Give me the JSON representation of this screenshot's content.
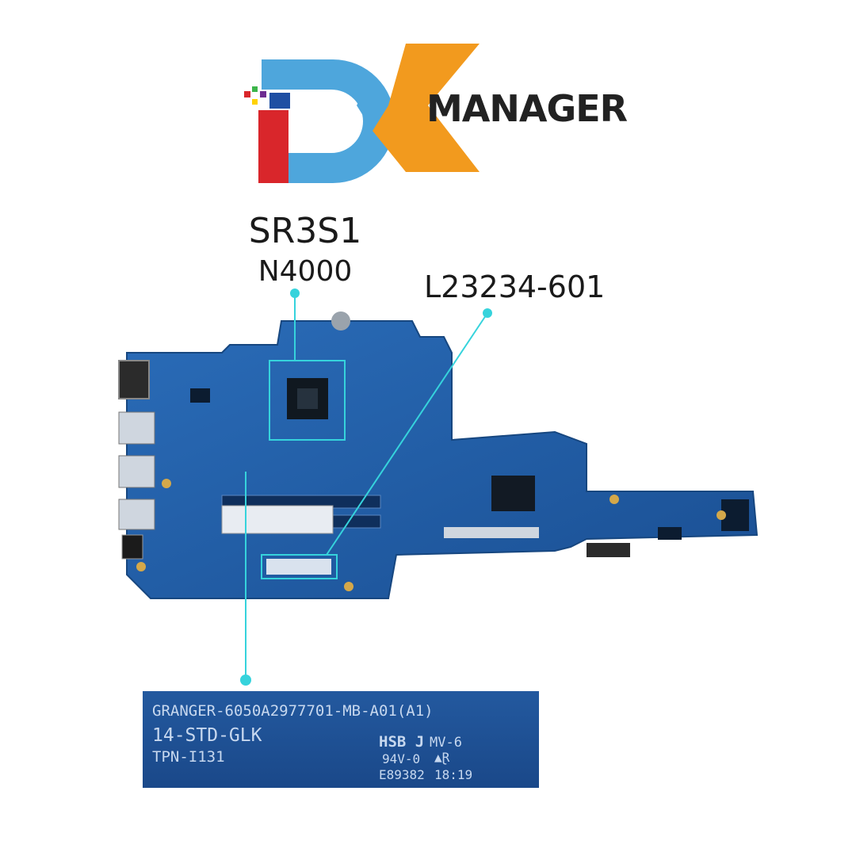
{
  "logo": {
    "word": "MANAGER",
    "colors": {
      "d_arc": "#4ea6dc",
      "k_arm": "#f29a1e",
      "i_bar": "#d9262b",
      "dots": [
        "#d9262b",
        "#3cb54a",
        "#6f2c91",
        "#ffd200",
        "#1f4fa3"
      ]
    }
  },
  "labels": {
    "cpu_code": "SR3S1",
    "cpu_model": "N4000",
    "part_number": "L23234-601"
  },
  "zoom_silkscreen": {
    "line1": "GRANGER-6050A2977701-MB-A01(A1)",
    "line2": "14-STD-GLK",
    "line3": "TPN-I131",
    "hsb": "HSB J",
    "mv": "MV-6",
    "rating": "94V-0",
    "ul_mark": "▲Ɽ",
    "ul_file": "E89382",
    "date_code": "18:19"
  },
  "colors": {
    "board": "#1f5fa8",
    "callout": "#36d3dc",
    "zoom_bg": "#1c4f96"
  }
}
